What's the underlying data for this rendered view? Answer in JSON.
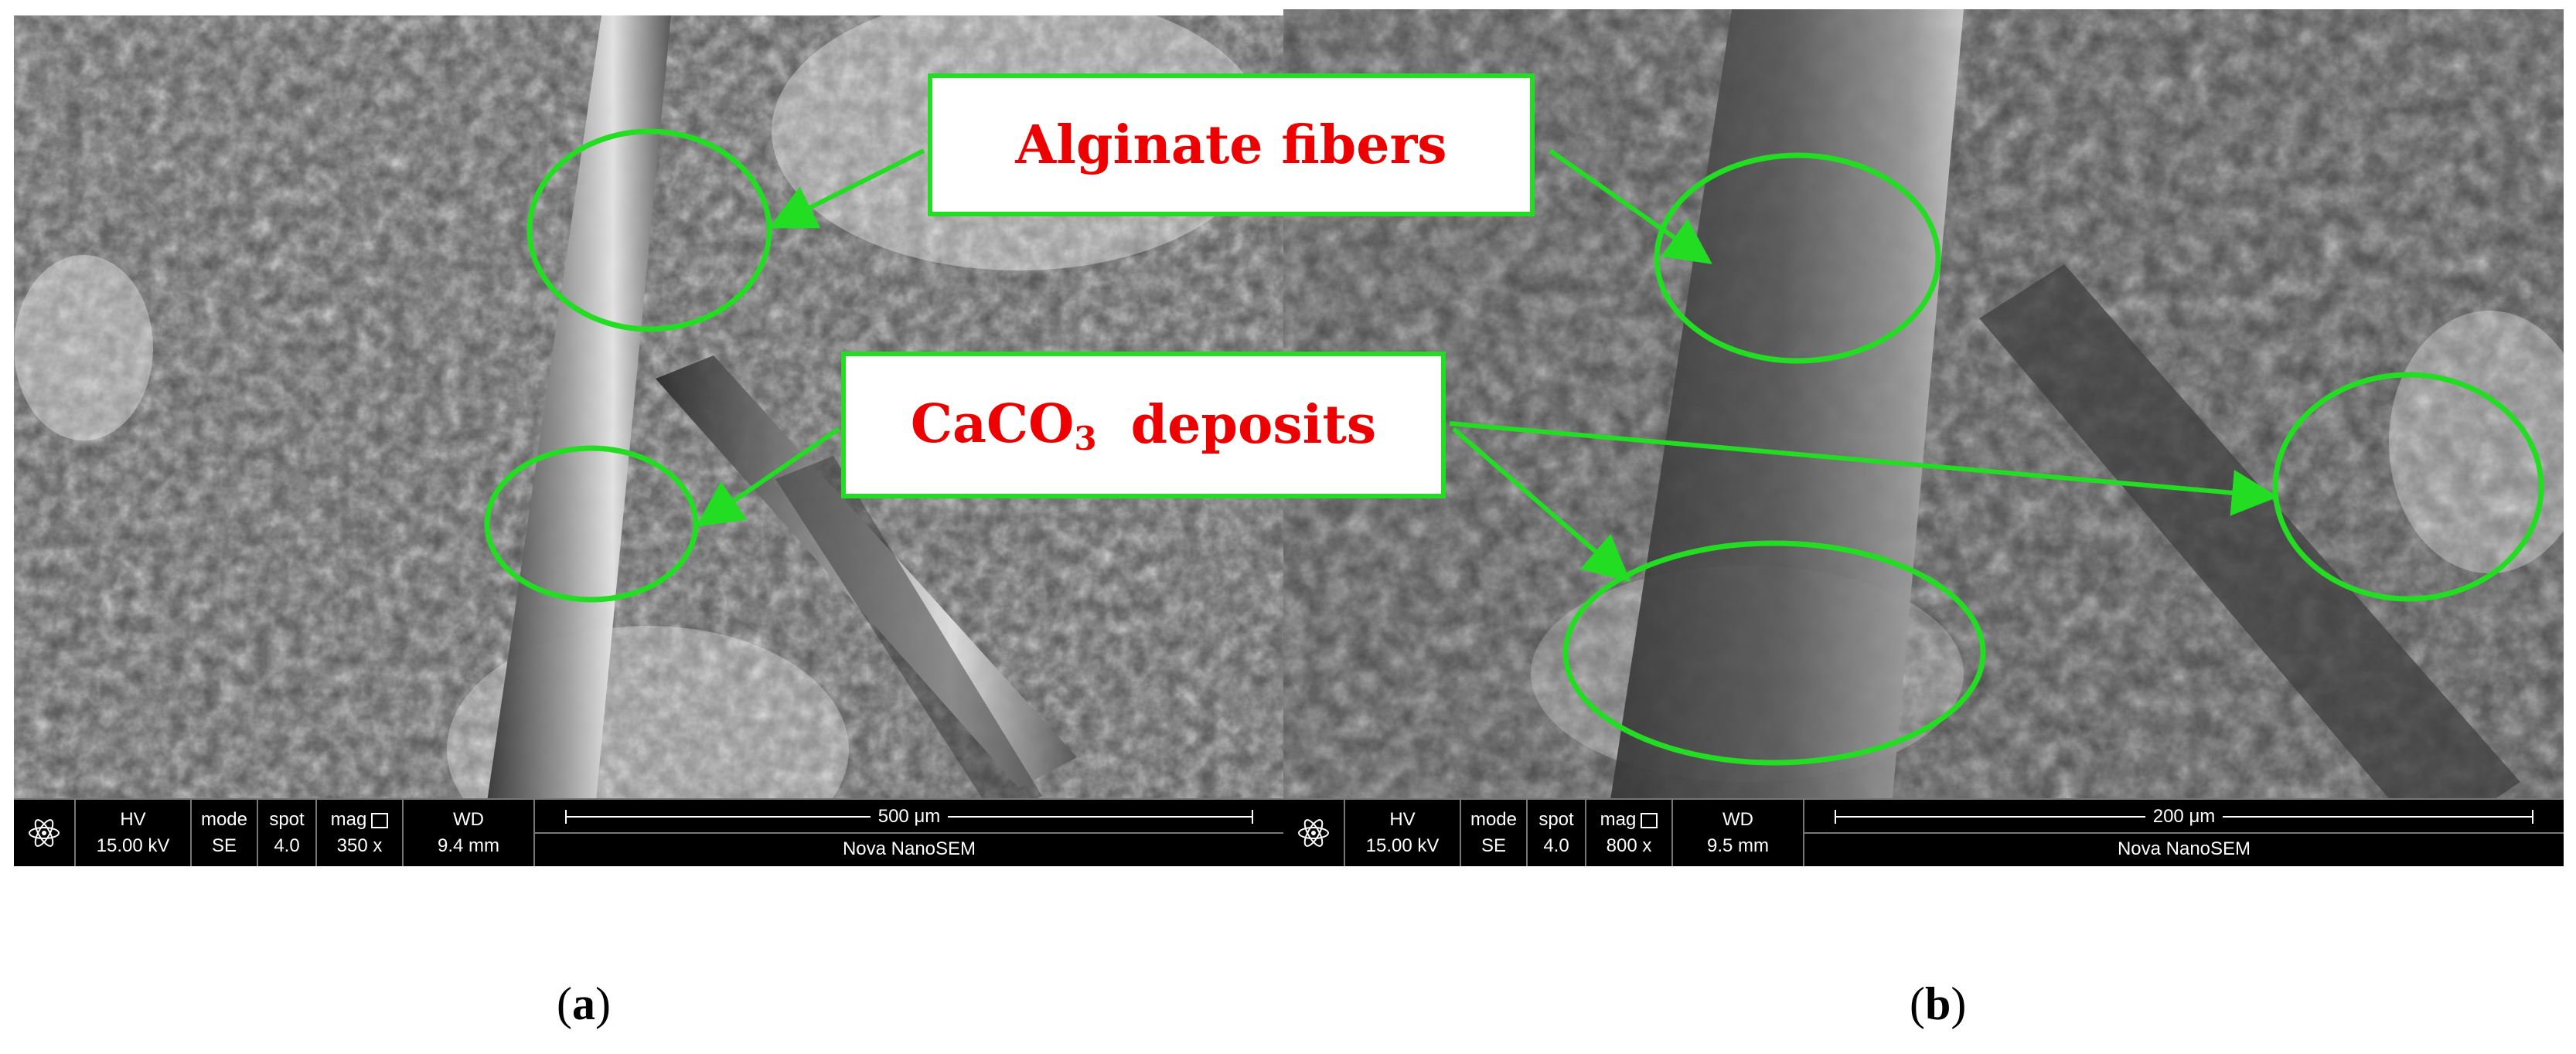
{
  "callouts": {
    "fibers": "Alginate fibers",
    "caco3_main": "CaCO",
    "caco3_sub": "3",
    "caco3_tail": "deposits"
  },
  "panels": [
    {
      "hv_label": "HV",
      "hv_value": "15.00 kV",
      "mode_label": "mode",
      "mode_value": "SE",
      "spot_label": "spot",
      "spot_value": "4.0",
      "mag_label": "mag",
      "mag_value": "350 x",
      "wd_label": "WD",
      "wd_value": "9.4 mm",
      "scale": "500 μm",
      "instrument": "Nova NanoSEM",
      "caption_letter": "a"
    },
    {
      "hv_label": "HV",
      "hv_value": "15.00 kV",
      "mode_label": "mode",
      "mode_value": "SE",
      "spot_label": "spot",
      "spot_value": "4.0",
      "mag_label": "mag",
      "mag_value": "800 x",
      "wd_label": "WD",
      "wd_value": "9.5 mm",
      "scale": "200 μm",
      "instrument": "Nova NanoSEM",
      "caption_letter": "b"
    }
  ],
  "colors": {
    "annotation": "#22dd22",
    "callout_text": "#ee0000"
  },
  "icons": {
    "logo": "atom-logo-icon"
  }
}
